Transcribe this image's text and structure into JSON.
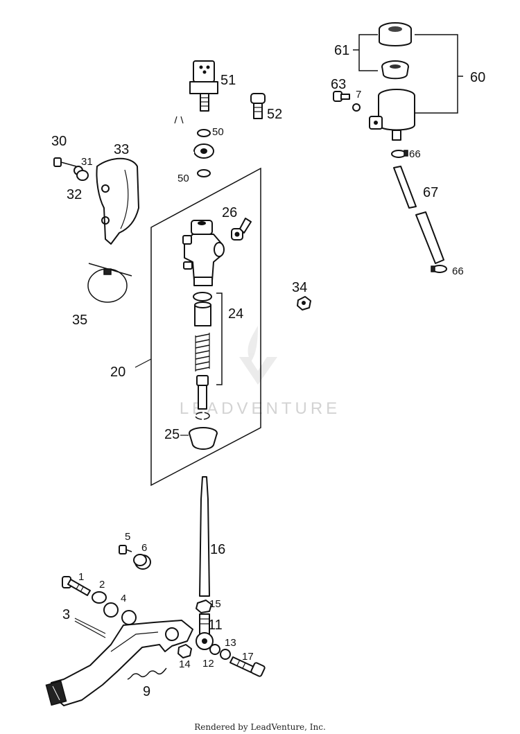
{
  "diagram": {
    "watermark": "LEADVENTURE",
    "footer": "Rendered by LeadVenture, Inc.",
    "callouts": {
      "c1": "1",
      "c2": "2",
      "c3": "3",
      "c4": "4",
      "c5": "5",
      "c6": "6",
      "c7": "7",
      "c9": "9",
      "c11": "11",
      "c12": "12",
      "c13": "13",
      "c14": "14",
      "c15": "15",
      "c16": "16",
      "c17": "17",
      "c20": "20",
      "c24": "24",
      "c25": "25",
      "c26": "26",
      "c30": "30",
      "c31": "31",
      "c32": "32",
      "c33": "33",
      "c34": "34",
      "c35": "35",
      "c50a": "50",
      "c50b": "50",
      "c51": "51",
      "c52": "52",
      "c60": "60",
      "c61": "61",
      "c63": "63",
      "c66a": "66",
      "c66b": "66",
      "c67": "67"
    }
  }
}
